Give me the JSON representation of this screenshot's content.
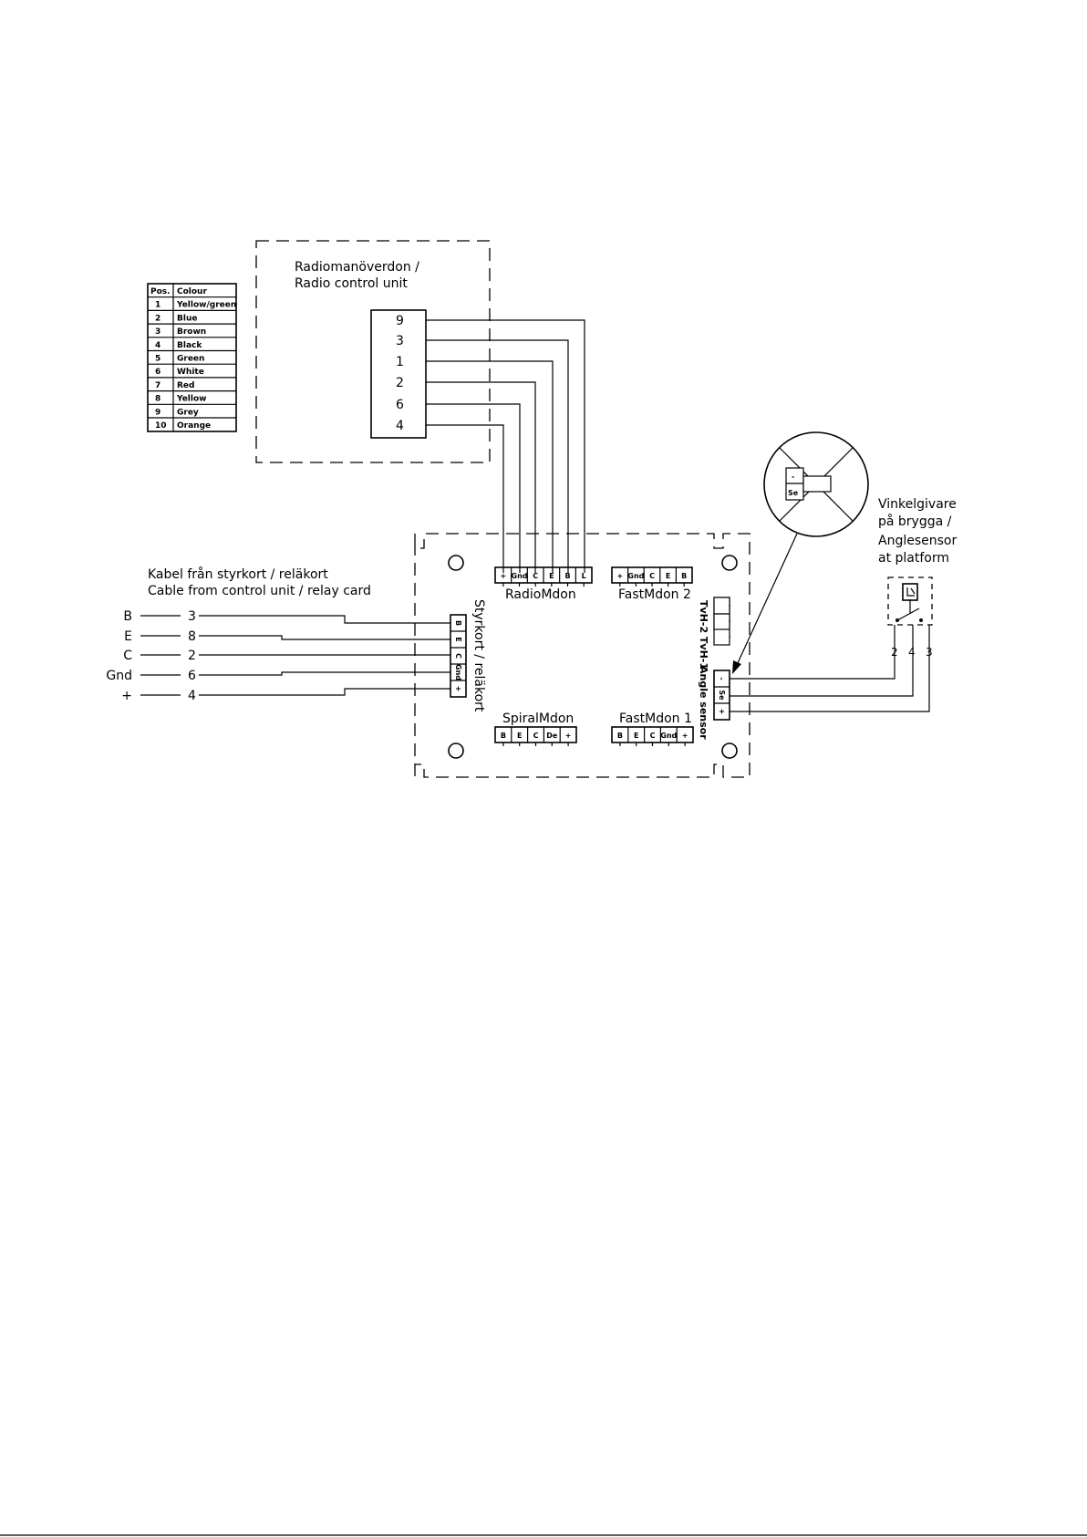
{
  "colour_table": {
    "header": [
      "Pos.",
      "Colour"
    ],
    "rows": [
      [
        "1",
        "Yellow/green"
      ],
      [
        "2",
        "Blue"
      ],
      [
        "3",
        "Brown"
      ],
      [
        "4",
        "Black"
      ],
      [
        "5",
        "Green"
      ],
      [
        "6",
        "White"
      ],
      [
        "7",
        "Red"
      ],
      [
        "8",
        "Yellow"
      ],
      [
        "9",
        "Grey"
      ],
      [
        "10",
        "Orange"
      ]
    ]
  },
  "radio_unit": {
    "title_line1": "Radiomanöverdon /",
    "title_line2": "Radio control unit",
    "terminals": [
      "9",
      "3",
      "1",
      "2",
      "6",
      "4"
    ]
  },
  "cable": {
    "title_line1": "Kabel från styrkort / reläkort",
    "title_line2": "Cable from control unit / relay card",
    "rows": [
      {
        "signal": "B",
        "wire": "3"
      },
      {
        "signal": "E",
        "wire": "8"
      },
      {
        "signal": "C",
        "wire": "2"
      },
      {
        "signal": "Gnd",
        "wire": "6"
      },
      {
        "signal": "+",
        "wire": "4"
      }
    ]
  },
  "board": {
    "radio_label": "RadioMdon",
    "radio_pins": [
      "+",
      "Gnd",
      "C",
      "E",
      "B",
      "L"
    ],
    "fast2_label": "FastMdon 2",
    "fast2_pins": [
      "+",
      "Gnd",
      "C",
      "E",
      "B"
    ],
    "spiral_label": "SpiralMdon",
    "spiral_pins": [
      "B",
      "E",
      "C",
      "De",
      "+"
    ],
    "fast1_label": "FastMdon 1",
    "fast1_pins": [
      "B",
      "E",
      "C",
      "Gnd",
      "+"
    ],
    "styrkort_label": "Styrkort / reläkort",
    "styrkort_pins": [
      "B",
      "E",
      "C",
      "Gnd",
      "+"
    ],
    "tvh_label": "TvH-2 TvH-1",
    "angle_label": "Angle sensor",
    "angle_pins": [
      "-",
      "Se",
      "+"
    ]
  },
  "detail": {
    "pins": [
      "-",
      "Se"
    ]
  },
  "sensor": {
    "label_line1": "Vinkelgivare",
    "label_line2": "på brygga /",
    "label_line3": "Anglesensor",
    "label_line4": "at platform",
    "wires": [
      "2",
      "4",
      "3"
    ]
  }
}
